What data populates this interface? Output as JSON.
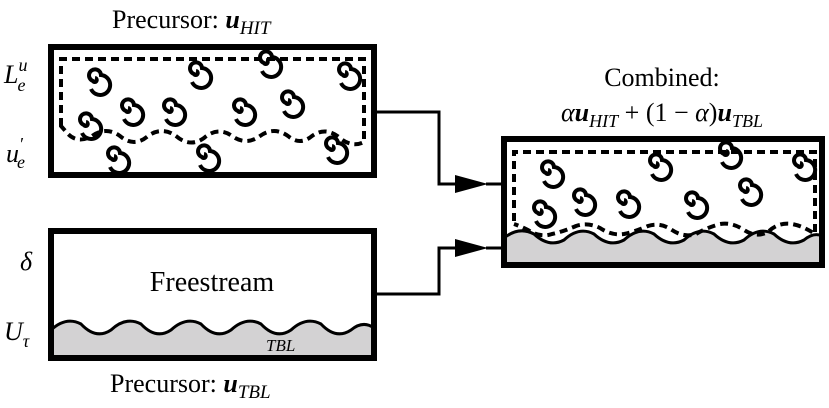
{
  "hit_box": {
    "title_prefix": "Precursor: ",
    "title_var": "u",
    "title_sub": "HIT",
    "label_length": {
      "base": "L",
      "sup": "u",
      "sub": "e"
    },
    "label_velocity": {
      "base": "u",
      "prime": "′",
      "sub": "e"
    }
  },
  "tbl_box": {
    "title_prefix": "Precursor: ",
    "title_var": "u",
    "title_sub": "TBL",
    "center_text": "Freestream",
    "layer_text": "TBL",
    "label_thickness": "δ",
    "label_friction": {
      "base": "U",
      "sub": "τ"
    }
  },
  "combined_box": {
    "title_line1": "Combined:",
    "formula": {
      "alpha1": "α",
      "var1": "u",
      "sub1": "HIT",
      "middle": " + (1 − ",
      "alpha2": "α",
      "close": ")",
      "var2": "u",
      "sub2": "TBL"
    }
  },
  "colors": {
    "stroke": "#000000",
    "tbl_fill": "#d3d2d3",
    "background": "#ffffff"
  }
}
